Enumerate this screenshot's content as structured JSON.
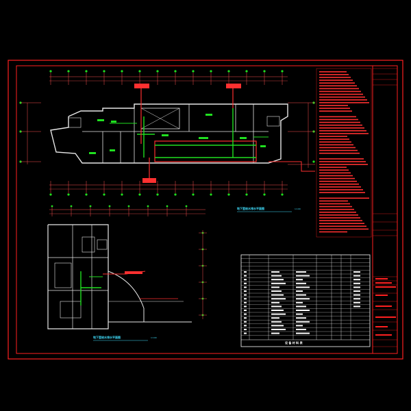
{
  "drawing": {
    "plan_upper_title": "地下室给水排水平面图",
    "plan_upper_scale": "1:100",
    "plan_lower_title": "地下室给水排水平面图",
    "plan_lower_scale": "1:100",
    "equipment_table_title": "设 备 材 料 表",
    "colors": {
      "frame": "#ff2020",
      "wall": "#e8e8e8",
      "pipe_green": "#20e020",
      "pipe_red": "#ff3030",
      "pipe_magenta": "#ff40ff",
      "title_cyan": "#40e0ff",
      "table": "#ffffff",
      "grid_axis": "#ff5050"
    }
  }
}
